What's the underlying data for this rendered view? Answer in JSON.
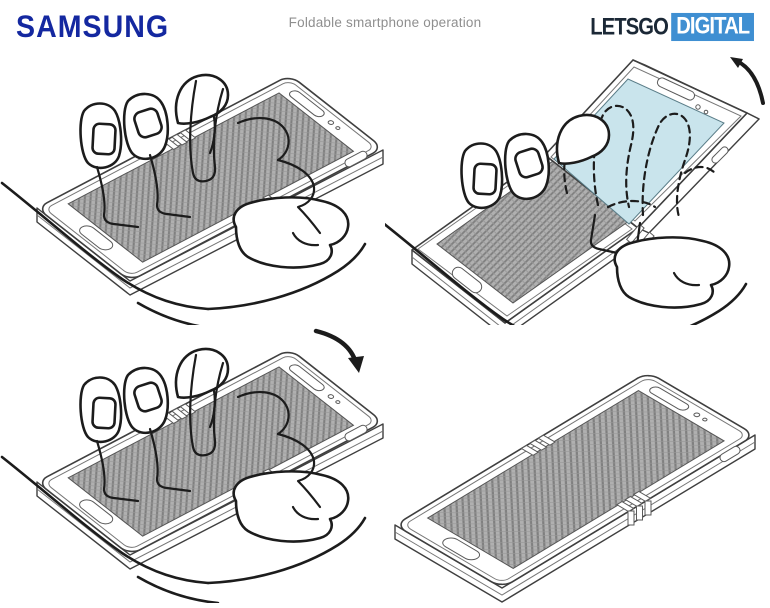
{
  "header": {
    "brand_left": "SAMSUNG",
    "title": "Foldable smartphone operation",
    "brand_right": {
      "part1": "LETSGO",
      "part2": "DIGITAL"
    }
  },
  "colors": {
    "samsung-blue": "#1428a0",
    "title-gray": "#8f8f8f",
    "letsgo-navy": "#1b2836",
    "letsgo-blue": "#3f8fd2",
    "line-dark": "#1c1c1c",
    "screen-hatch-bg": "#b0b0b0",
    "screen-hatch-line": "#7f7f7f",
    "screen-highlight": "#c9e4ec",
    "background": "#ffffff"
  },
  "figures": [
    {
      "alt": "Hand holding flat foldable phone"
    },
    {
      "alt": "Phone half folded upward, raised screen highlighted blue, arrow up"
    },
    {
      "alt": "Hand folding phone back flat, arrow down"
    },
    {
      "alt": "Foldable phone flat, no hand"
    }
  ]
}
